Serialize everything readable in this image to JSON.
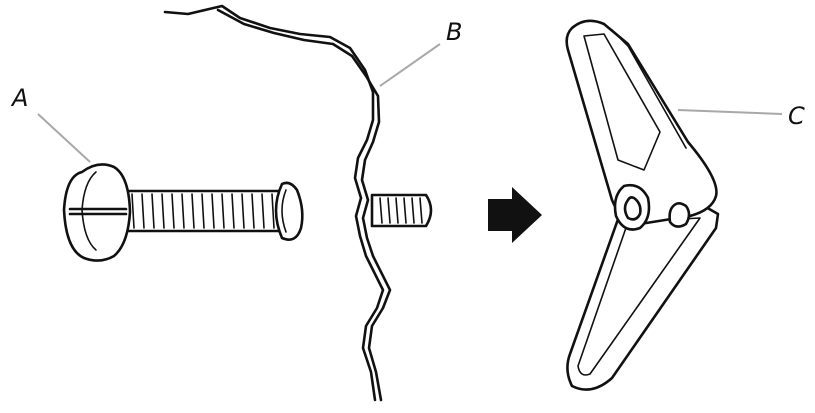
{
  "labels": {
    "a": "A",
    "b": "B",
    "c": "C"
  },
  "parts": [
    {
      "label": "A",
      "part": "bolt"
    },
    {
      "label": "B",
      "part": "wall"
    },
    {
      "label": "C",
      "part": "toggle-wing"
    }
  ],
  "icons": [
    "bolt-icon",
    "wall-section",
    "right-arrow-icon",
    "toggle-wing-icon"
  ],
  "colors": {
    "line": "#111111",
    "leader": "#a8a8a8",
    "background": "#ffffff"
  }
}
